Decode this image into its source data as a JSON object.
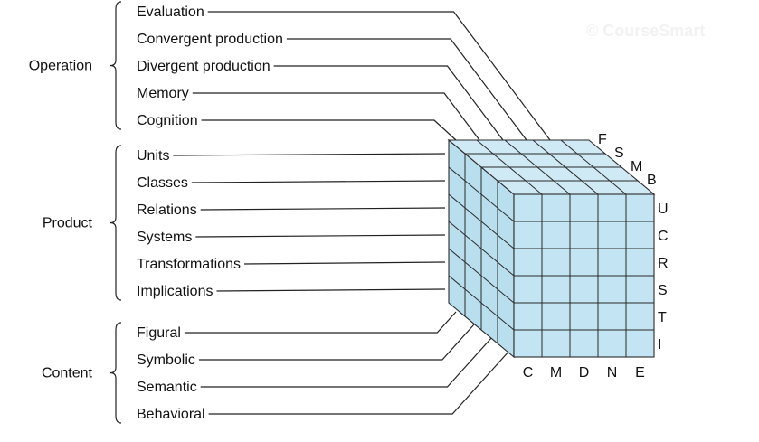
{
  "watermark": "© CourseSmart",
  "groups": [
    {
      "name": "Operation",
      "items": [
        "Evaluation",
        "Convergent production",
        "Divergent production",
        "Memory",
        "Cognition"
      ]
    },
    {
      "name": "Product",
      "items": [
        "Units",
        "Classes",
        "Relations",
        "Systems",
        "Transformations",
        "Implications"
      ]
    },
    {
      "name": "Content",
      "items": [
        "Figural",
        "Symbolic",
        "Semantic",
        "Behavioral"
      ]
    }
  ],
  "cube": {
    "operation_codes": [
      "F",
      "S",
      "M",
      "B"
    ],
    "product_codes": [
      "U",
      "C",
      "R",
      "S",
      "T",
      "I"
    ],
    "content_codes": [
      "C",
      "M",
      "D",
      "N",
      "E"
    ],
    "fill_color": "#c3e4f2"
  }
}
